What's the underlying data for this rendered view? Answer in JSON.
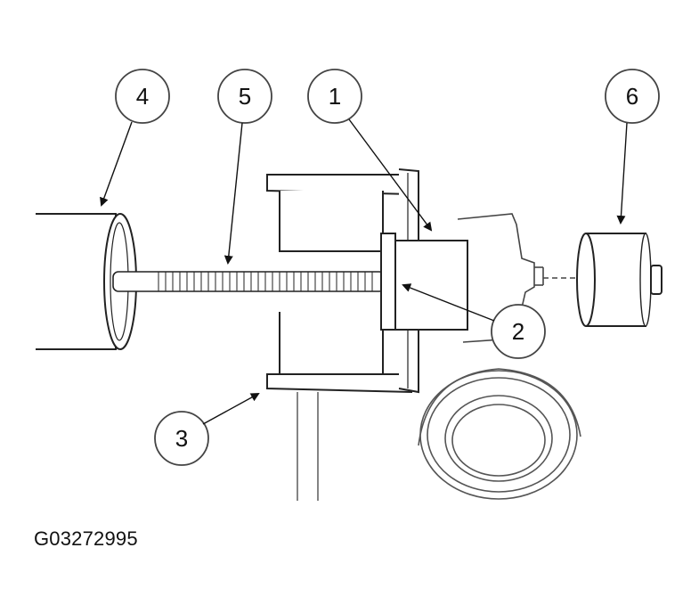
{
  "figure_id": "G03272995",
  "colors": {
    "line": "#222222",
    "background": "#ffffff"
  },
  "callouts": [
    {
      "label": "1",
      "part": "puller-cup"
    },
    {
      "label": "2",
      "part": "shaft-end"
    },
    {
      "label": "3",
      "part": "spring-support-flange"
    },
    {
      "label": "4",
      "part": "tool-body"
    },
    {
      "label": "5",
      "part": "forcing-screw"
    },
    {
      "label": "6",
      "part": "cap-bushing"
    }
  ]
}
